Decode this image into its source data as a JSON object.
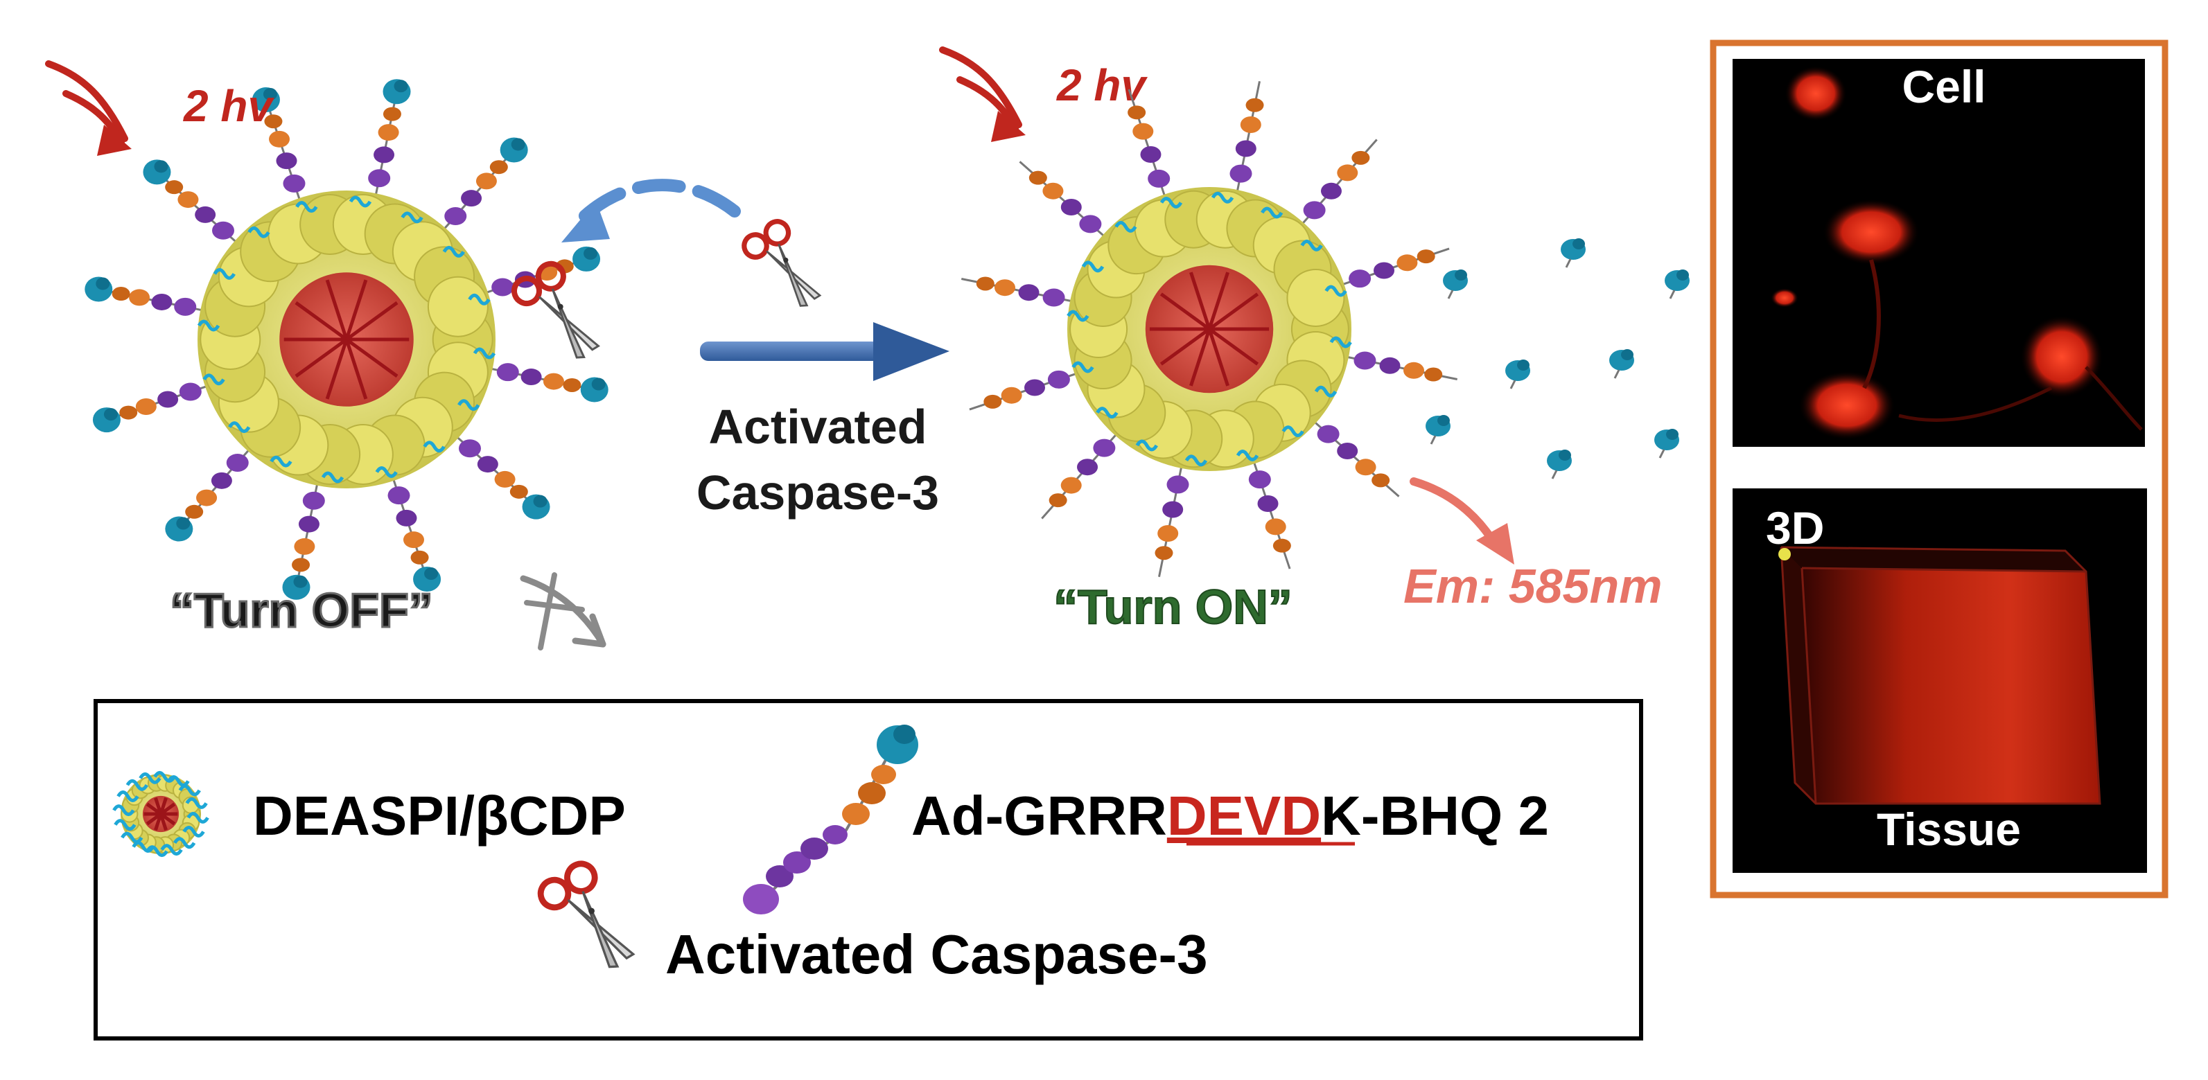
{
  "colors": {
    "hv_red": "#c0261e",
    "flow_blue": "#3f6bab",
    "dash_blue": "#5b8fd0",
    "turn_on_green": "#2e6b2e",
    "emission_salmon": "#e77467",
    "panel_orange": "#d9742f",
    "devd_red": "#c8261e",
    "off_arrow_gray": "#8a8a8a"
  },
  "light_left": {
    "label": "2 hv"
  },
  "light_right": {
    "label": "2 hv"
  },
  "reaction": {
    "line1": "Activated",
    "line2": "Caspase-3"
  },
  "state_off": {
    "label": "“Turn OFF”"
  },
  "state_on": {
    "label": "“Turn ON”"
  },
  "emission": {
    "label": "Em: 585nm"
  },
  "imaging": {
    "cell_label": "Cell",
    "three_d_label": "3D",
    "tissue_label": "Tissue"
  },
  "legend": {
    "nanoparticle_label": "DEASPI/βCDP",
    "peptide_prefix": "Ad-GRRR",
    "peptide_cleavage_site": "DEVD",
    "peptide_suffix": "K-BHQ 2",
    "enzyme_label": "Activated Caspase-3"
  }
}
